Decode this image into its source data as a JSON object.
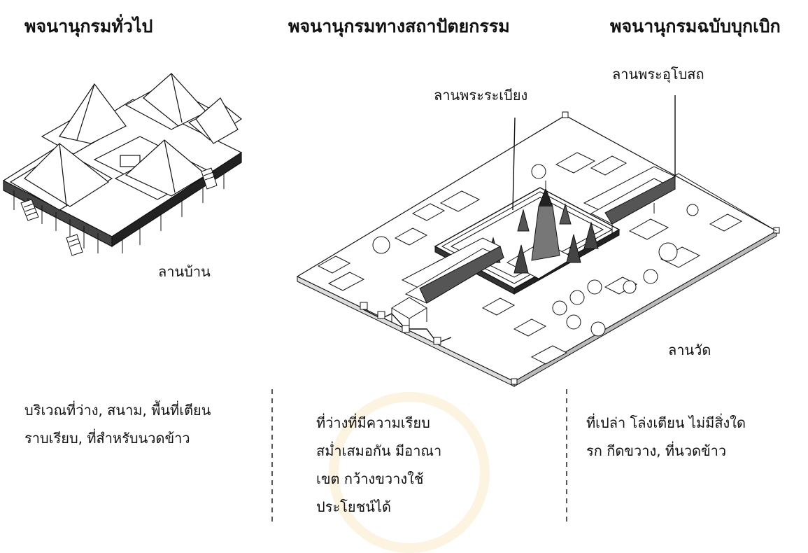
{
  "headers": {
    "general": "พจนานุกรมทั่วไป",
    "architecture": "พจนานุกรมทางสถาปัตยกรรม",
    "pioneer": "พจนานุกรมฉบับบุกเบิก"
  },
  "labels": {
    "house_courtyard": "ลานบ้าน",
    "temple_courtyard": "ลานวัด",
    "cloister_courtyard": "ลานพระระเบียง",
    "ubosot_courtyard": "ลานพระอุโบสถ"
  },
  "descriptions": {
    "general": [
      "บริเวณที่ว่าง, สนาม, พื้นที่เตียน",
      "ราบเรียบ, ที่สำหรับนวดข้าว"
    ],
    "architecture": [
      "ที่ว่างที่มีความเรียบ",
      "สม่ำเสมอกัน มีอาณา",
      "เขต กว้างขวางใช้",
      "ประโยชน์ได้"
    ],
    "pioneer": [
      "ที่เปล่า โล่งเตียน ไม่มีสิ่งใด",
      "รก กีดขวาง, ที่นวดข้าว"
    ]
  },
  "colors": {
    "line": "#111111",
    "fill": "#ffffff",
    "watermark": "#f0c878"
  }
}
